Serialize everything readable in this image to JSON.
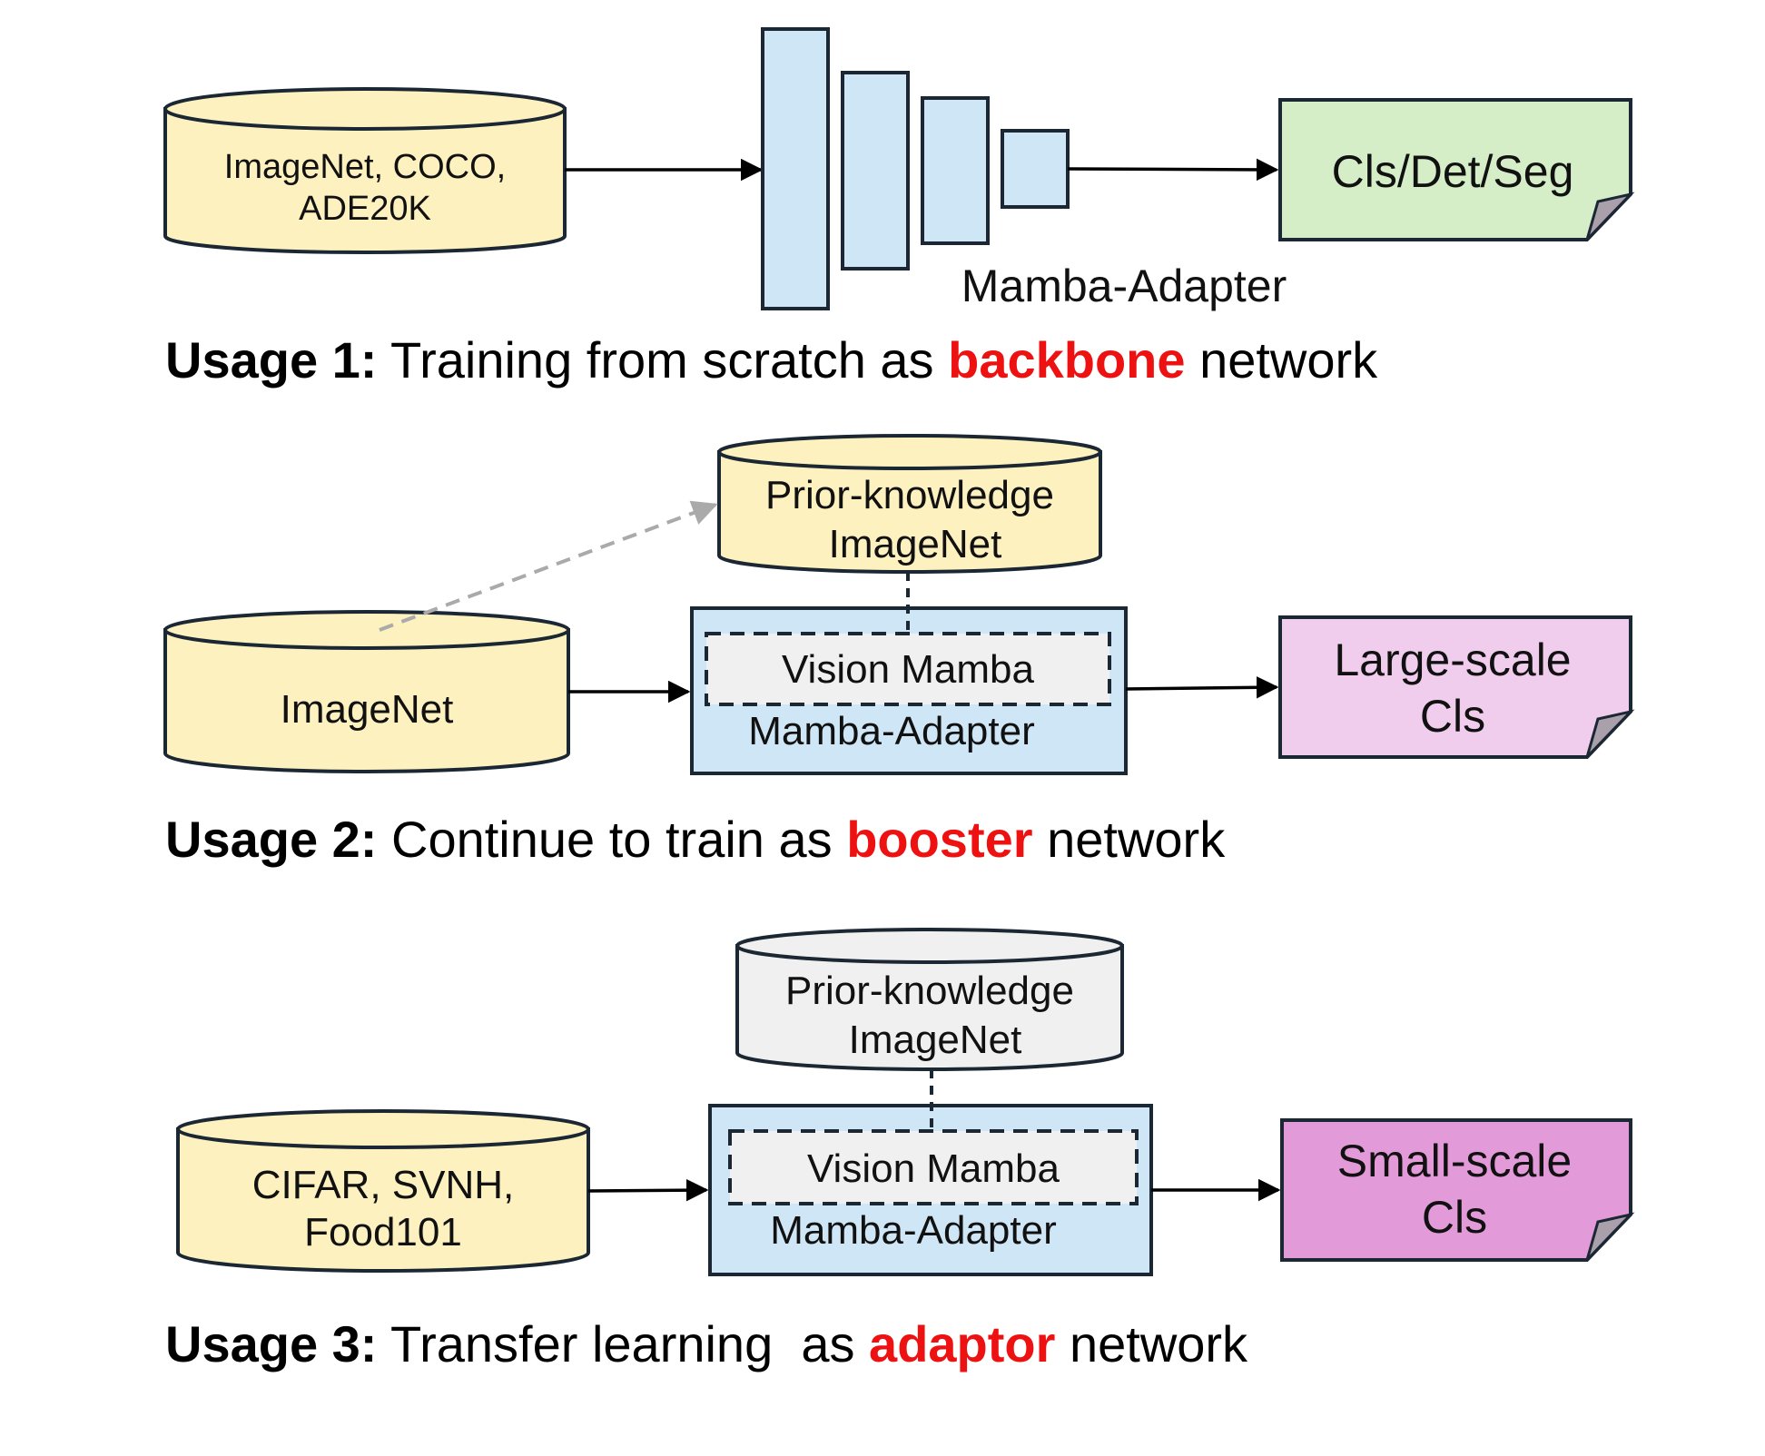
{
  "colors": {
    "db_yellow": "#fdf1bf",
    "db_gray": "#f0f0f0",
    "adapter_blue": "#cfe6f6",
    "out_green": "#d6eec7",
    "out_pink_light": "#f0cdec",
    "out_pink": "#e29ad9",
    "highlight_red": "#ee1111",
    "stroke": "#1b2733",
    "dashed_arrow": "#aaaaaa",
    "fold": "#a9a0ab"
  },
  "usage1": {
    "dataset_line1": "ImageNet, COCO,",
    "dataset_line2": "ADE20K",
    "adapter_label": "Mamba-Adapter",
    "output_label": "Cls/Det/Seg",
    "caption": {
      "prefix": "Usage 1:",
      "text": " Training from scratch as ",
      "highlight": "backbone",
      "suffix": " network"
    }
  },
  "usage2": {
    "prior_line1": "Prior-knowledge",
    "prior_line2": "ImageNet",
    "dataset": "ImageNet",
    "inner_label": "Vision Mamba",
    "adapter_label": "Mamba-Adapter",
    "output_line1": "Large-scale",
    "output_line2": "Cls",
    "caption": {
      "prefix": "Usage 2:",
      "text": " Continue to train as ",
      "highlight": "booster",
      "suffix": " network"
    }
  },
  "usage3": {
    "prior_line1": "Prior-knowledge",
    "prior_line2": "ImageNet",
    "dataset_line1": "CIFAR, SVNH,",
    "dataset_line2": "Food101",
    "inner_label": "Vision Mamba",
    "adapter_label": "Mamba-Adapter",
    "output_line1": "Small-scale",
    "output_line2": "Cls",
    "caption": {
      "prefix": "Usage 3:",
      "text": " Transfer learning  as ",
      "highlight": "adaptor",
      "suffix": " network"
    }
  }
}
